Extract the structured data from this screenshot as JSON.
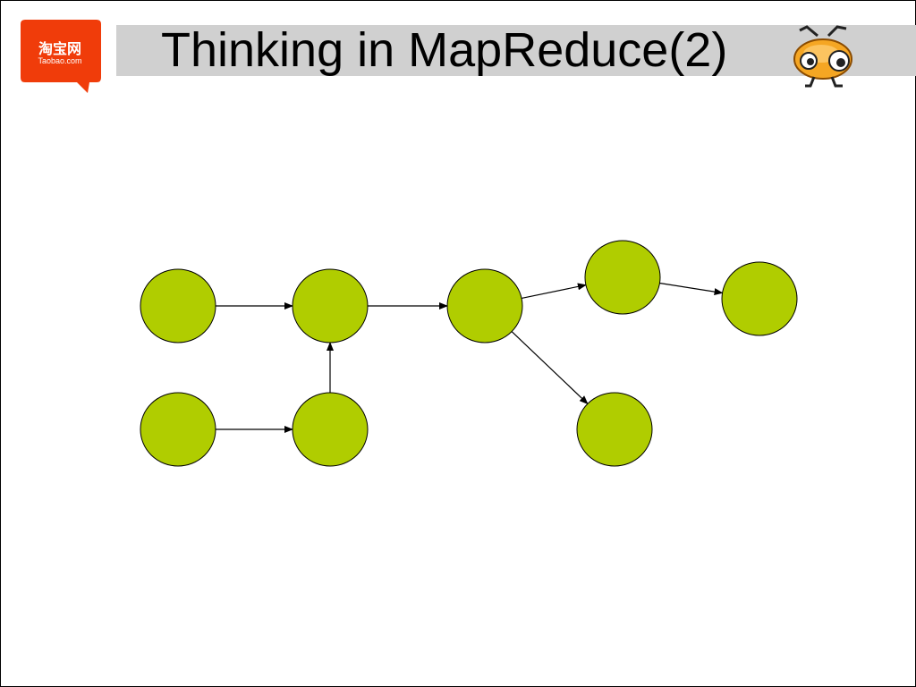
{
  "slide": {
    "title": "Thinking in MapReduce(2)"
  },
  "logo": {
    "brand_cn": "淘宝网",
    "brand_en": "Taobao.com",
    "color": "#f03c0a",
    "icon": "taobao-logo"
  },
  "mascot": {
    "icon": "ant-mascot-icon"
  },
  "diagram": {
    "node_color": "#b0cd00",
    "node_stroke": "#000000",
    "nodes": [
      {
        "id": "n1"
      },
      {
        "id": "n2"
      },
      {
        "id": "n3"
      },
      {
        "id": "n4"
      },
      {
        "id": "n5"
      },
      {
        "id": "n6"
      },
      {
        "id": "n7"
      },
      {
        "id": "n8"
      }
    ],
    "edges": [
      {
        "from": "n1",
        "to": "n2"
      },
      {
        "from": "n2",
        "to": "n3"
      },
      {
        "from": "n3",
        "to": "n4"
      },
      {
        "from": "n4",
        "to": "n5"
      },
      {
        "from": "n3",
        "to": "n6"
      },
      {
        "from": "n7",
        "to": "n8"
      },
      {
        "from": "n8",
        "to": "n2"
      }
    ]
  }
}
